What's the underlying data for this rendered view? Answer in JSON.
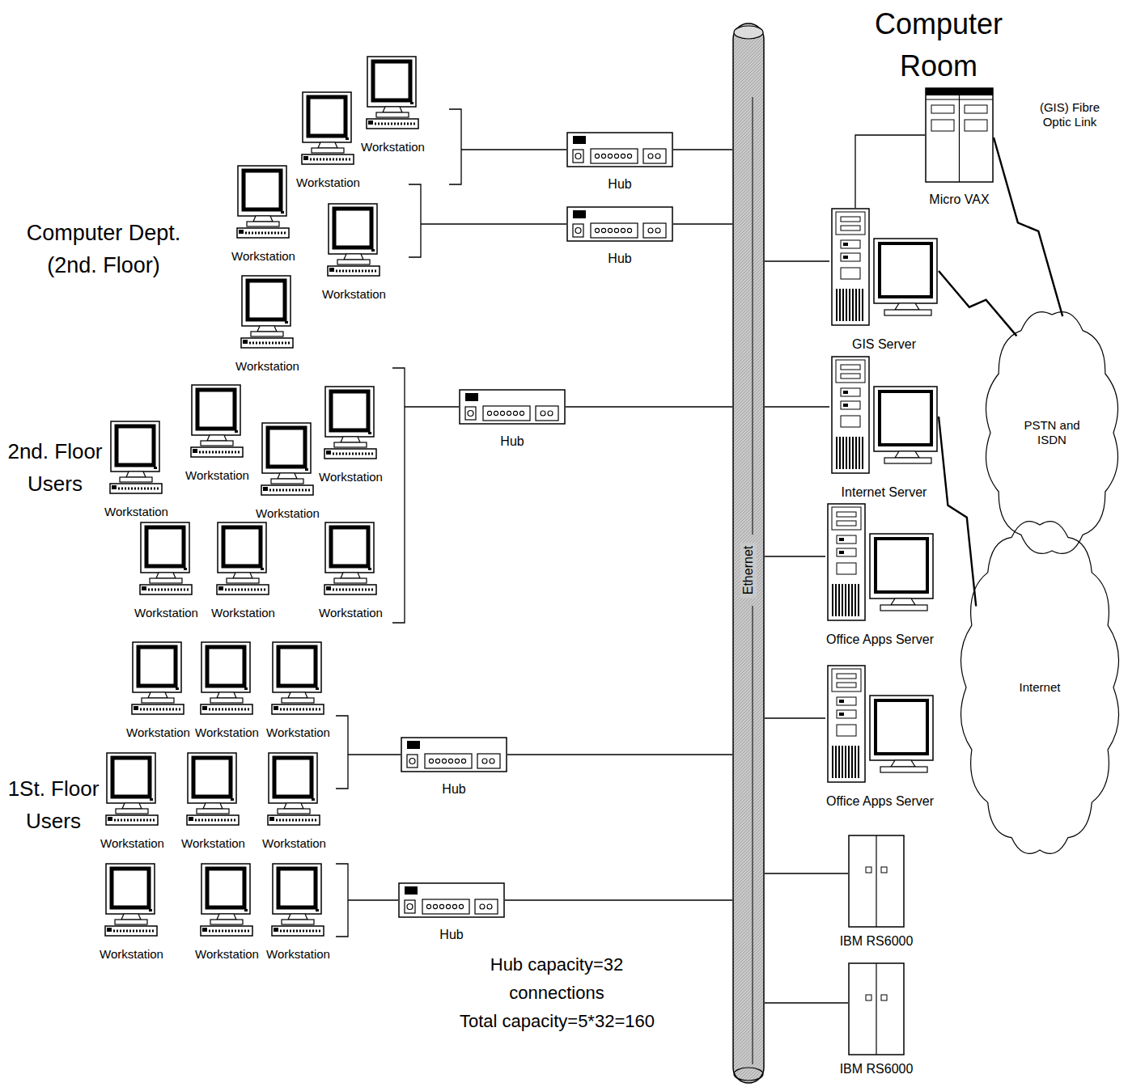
{
  "diagram": {
    "nodes": [
      {
        "text": [
          "Hub"
        ]
      },
      {
        "text": [
          "Hub"
        ]
      },
      {
        "text": [
          "Hub"
        ]
      },
      {
        "text": [
          "Hub"
        ]
      },
      {
        "text": [
          "Hub"
        ]
      },
      {
        "text": [
          "Ethernet"
        ]
      },
      {
        "text": [
          "Micro VAX"
        ]
      },
      {
        "text": [
          "GIS Server"
        ]
      },
      {
        "text": [
          "Internet Server"
        ]
      },
      {
        "text": [
          "Office Apps Server"
        ]
      },
      {
        "text": [
          "Office Apps Server"
        ]
      },
      {
        "text": [
          "IBM RS6000"
        ]
      },
      {
        "text": [
          "IBM RS6000"
        ]
      },
      {
        "text": [
          "PSTN and ISDN"
        ]
      },
      {
        "text": [
          "Internet"
        ]
      }
    ],
    "edges": [
      {
        "from": 0,
        "to": 5,
        "arrow": "none"
      },
      {
        "from": 1,
        "to": 5,
        "arrow": "none"
      },
      {
        "from": 2,
        "to": 5,
        "arrow": "none"
      },
      {
        "from": 3,
        "to": 5,
        "arrow": "none"
      },
      {
        "from": 4,
        "to": 5,
        "arrow": "none"
      },
      {
        "from": 5,
        "to": 7,
        "arrow": "none"
      },
      {
        "from": 5,
        "to": 8,
        "arrow": "none"
      },
      {
        "from": 5,
        "to": 9,
        "arrow": "none"
      },
      {
        "from": 5,
        "to": 10,
        "arrow": "none"
      },
      {
        "from": 5,
        "to": 11,
        "arrow": "none"
      },
      {
        "from": 5,
        "to": 12,
        "arrow": "none"
      },
      {
        "from": 7,
        "to": 6,
        "arrow": "none"
      },
      {
        "from": 6,
        "to": 13,
        "arrow": "none"
      },
      {
        "from": 7,
        "to": 13,
        "arrow": "none"
      },
      {
        "from": 8,
        "to": 14,
        "arrow": "none"
      }
    ],
    "labels": [
      "Computer Room",
      "(GIS) Fibre Optic Link",
      "Computer Dept.(2nd. Floor)",
      "2nd. Floor Users",
      "1St. Floor Users",
      "Workstation",
      "Workstation",
      "Workstation",
      "Workstation",
      "Workstation",
      "Workstation",
      "Workstation",
      "Workstation",
      "Workstation",
      "Workstation",
      "Workstation",
      "Workstation",
      "Workstation",
      "Workstation",
      "Workstation",
      "Workstation",
      "Workstation",
      "Workstation",
      "Workstation",
      "Workstation",
      "Workstation",
      "Hub capacity=32 connections",
      "Total capacity=5*32=160"
    ]
  }
}
